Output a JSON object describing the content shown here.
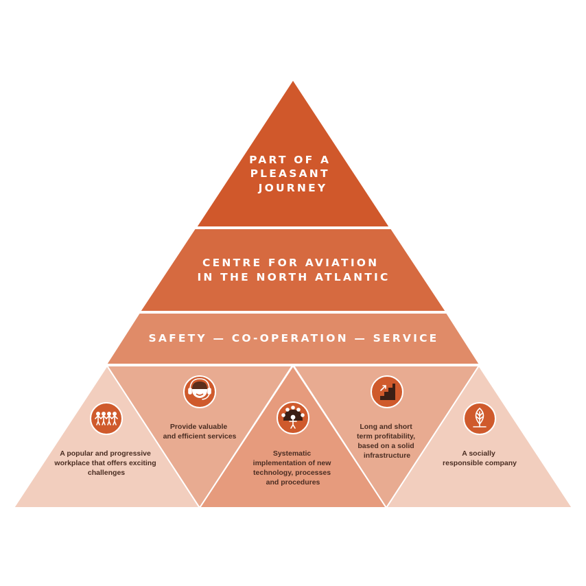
{
  "colors": {
    "apex": "#d0582b",
    "middle": "#d66a40",
    "band": "#e08b68",
    "base_outer": "#f2cebe",
    "base_inner": "#e8ab91",
    "base_center": "#e69b7d",
    "icon_bg": "#cf5a2c",
    "divider": "#ffffff",
    "base_text": "#4a2d22"
  },
  "tiers": {
    "apex": {
      "lines": [
        "PART OF A",
        "PLEASANT",
        "JOURNEY"
      ]
    },
    "middle": {
      "lines": [
        "CENTRE FOR AVIATION",
        "IN THE NORTH ATLANTIC"
      ]
    },
    "band": {
      "lines": [
        "SAFETY — CO-OPERATION — SERVICE"
      ]
    }
  },
  "base": [
    {
      "icon": "people-group-icon",
      "lines": [
        "A popular and progressive",
        "workplace that offers exciting",
        "challenges"
      ]
    },
    {
      "icon": "headset-person-icon",
      "lines": [
        "Provide valuable",
        "and efficient services"
      ]
    },
    {
      "icon": "network-person-icon",
      "lines": [
        "Systematic",
        "implementation of new",
        "technology, processes",
        "and procedures"
      ]
    },
    {
      "icon": "growth-stairs-icon",
      "lines": [
        "Long and short",
        "term profitability,",
        "based on a solid",
        "infrastructure"
      ]
    },
    {
      "icon": "leaf-icon",
      "lines": [
        "A socially",
        "responsible company"
      ]
    }
  ]
}
